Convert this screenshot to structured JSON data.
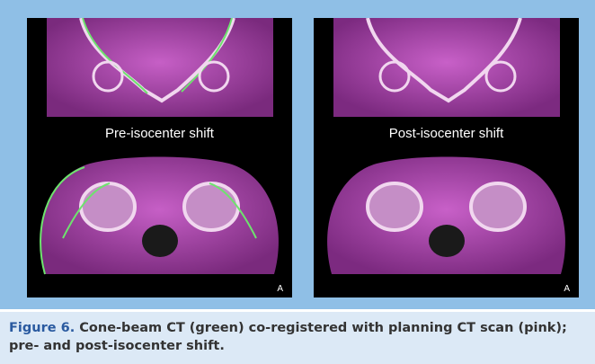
{
  "panels": {
    "left": {
      "label": "Pre-isocenter shift",
      "marker": "A"
    },
    "right": {
      "label": "Post-isocenter shift",
      "marker": "A"
    }
  },
  "caption": {
    "figure_label": "Figure 6.",
    "text": "Cone-beam CT (green) co-registered with planning CT scan (pink); pre- and post-isocenter shift."
  },
  "colors": {
    "frame": "#8fbfe6",
    "caption_bg": "#dce9f6",
    "tissue": "#a63aa6",
    "bone": "#f1d7ef",
    "cbct_overlay": "#6ee36e"
  }
}
